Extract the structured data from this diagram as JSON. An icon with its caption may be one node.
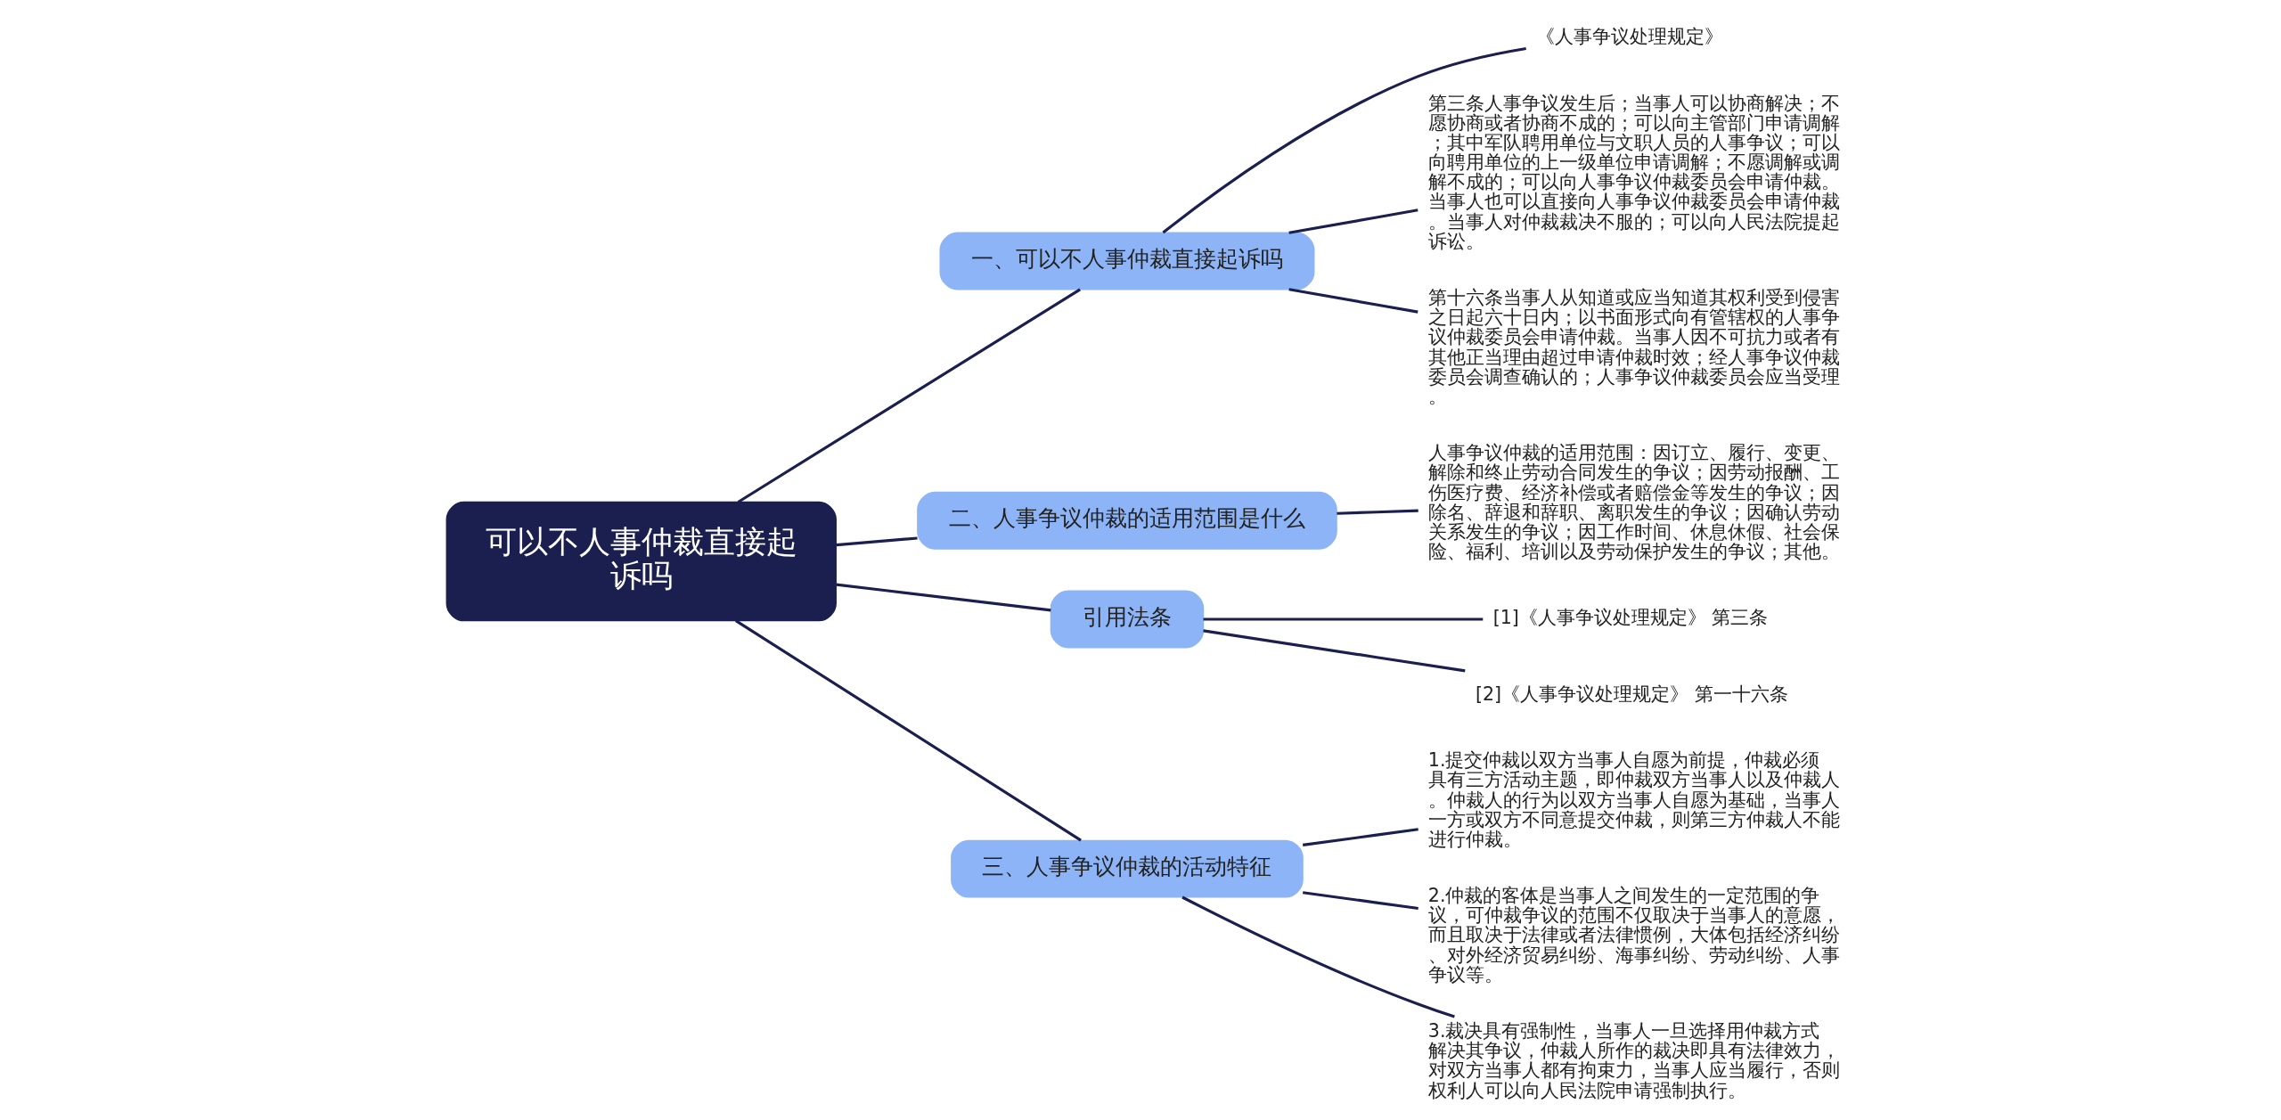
{
  "diagram": {
    "nodes": [
      {
        "text": [
          "可以不人事仲裁直接起诉吗"
        ]
      },
      {
        "text": [
          "一、可以不人事仲裁直接起诉吗"
        ]
      },
      {
        "text": [
          "《人事争议处理规定》"
        ]
      },
      {
        "text": [
          "第三条人事争议发生后；当事人可以协商解决；不愿协商或者协商不成的；可以向主管部门申请调解；其中军队聘用单位与文职人员的人事争议；可以向聘用单位的上一级单位申请调解；不愿调解或调解不成的；可以向人事争议仲裁委员会申请仲裁。当事人也可以直接向人事争议仲裁委员会申请仲裁。当事人对仲裁裁决不服的；可以向人民法院提起诉讼。"
        ]
      },
      {
        "text": [
          "第十六条当事人从知道或应当知道其权利受到侵害之日起六十日内；以书面形式向有管辖权的人事争议仲裁委员会申请仲裁。当事人因不可抗力或者有其他正当理由超过申请仲裁时效；经人事争议仲裁委员会调查确认的；人事争议仲裁委员会应当受理。"
        ]
      },
      {
        "text": [
          "二、人事争议仲裁的适用范围是什么"
        ]
      },
      {
        "text": [
          "人事争议仲裁的适用范围：因订立、履行、变更、解除和终止劳动合同发生的争议；因劳动报酬、工伤医疗费、经济补偿或者赔偿金等发生的争议；因除名、辞退和辞职、离职发生的争议；因确认劳动关系发生的争议；因工作时间、休息休假、社会保险、福利、培训以及劳动保护发生的争议；其他。"
        ]
      },
      {
        "text": [
          "引用法条"
        ]
      },
      {
        "text": [
          "[1]《人事争议处理规定》 第三条"
        ]
      },
      {
        "text": [
          "[2]《人事争议处理规定》 第一十六条"
        ]
      },
      {
        "text": [
          "三、人事争议仲裁的活动特征"
        ]
      },
      {
        "text": [
          "1.提交仲裁以双方当事人自愿为前提，仲裁必须具有三方活动主题，即仲裁双方当事人以及仲裁人。仲裁人的行为以双方当事人自愿为基础，当事人一方或双方不同意提交仲裁，则第三方仲裁人不能进行仲裁。"
        ]
      },
      {
        "text": [
          "2.仲裁的客体是当事人之间发生的一定范围的争议，可仲裁争议的范围不仅取决于当事人的意愿，而且取决于法律或者法律惯例，大体包括经济纠纷、对外经济贸易纠纷、海事纠纷、劳动纠纷、人事争议等。"
        ]
      },
      {
        "text": [
          "3.裁决具有强制性，当事人一旦选择用仲裁方式解决其争议，仲裁人所作的裁决即具有法律效力，对双方当事人都有拘束力，当事人应当履行，否则权利人可以向人民法院申请强制执行。"
        ]
      }
    ],
    "edges": [
      {
        "from": 0,
        "to": 1,
        "arrow": "none"
      },
      {
        "from": 1,
        "to": 2,
        "arrow": "none"
      },
      {
        "from": 1,
        "to": 3,
        "arrow": "none"
      },
      {
        "from": 1,
        "to": 4,
        "arrow": "none"
      },
      {
        "from": 0,
        "to": 5,
        "arrow": "none"
      },
      {
        "from": 5,
        "to": 6,
        "arrow": "none"
      },
      {
        "from": 0,
        "to": 7,
        "arrow": "none"
      },
      {
        "from": 7,
        "to": 8,
        "arrow": "none"
      },
      {
        "from": 7,
        "to": 9,
        "arrow": "none"
      },
      {
        "from": 0,
        "to": 10,
        "arrow": "none"
      },
      {
        "from": 10,
        "to": 11,
        "arrow": "none"
      },
      {
        "from": 10,
        "to": 12,
        "arrow": "none"
      },
      {
        "from": 10,
        "to": 13,
        "arrow": "none"
      }
    ]
  }
}
